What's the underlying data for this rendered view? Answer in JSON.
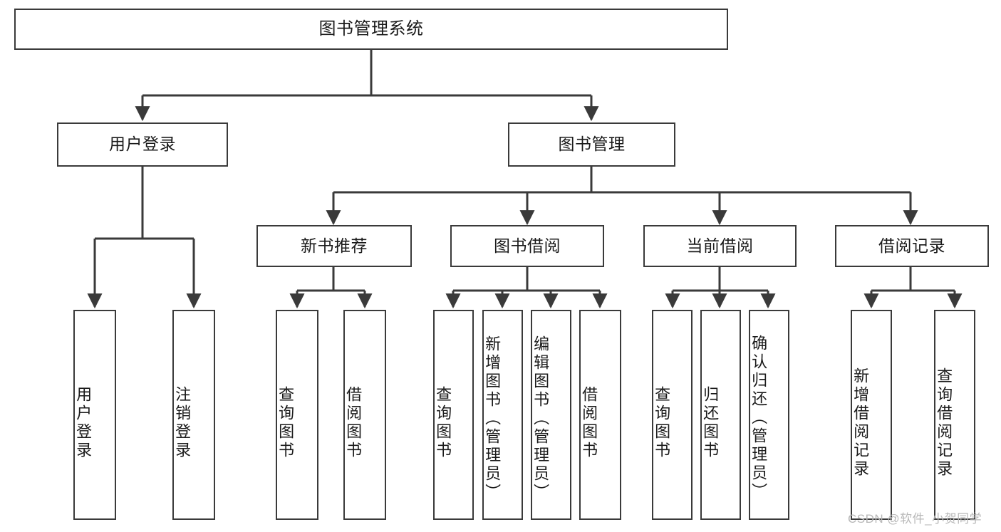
{
  "diagram": {
    "title": "图书管理系统",
    "type": "tree-hierarchy",
    "root": {
      "label": "图书管理系统"
    },
    "level2": [
      {
        "label": "用户登录"
      },
      {
        "label": "图书管理"
      }
    ],
    "level3": [
      {
        "label": "新书推荐"
      },
      {
        "label": "图书借阅"
      },
      {
        "label": "当前借阅"
      },
      {
        "label": "借阅记录"
      }
    ],
    "leaves": {
      "user_login": [
        {
          "label": "用户登录"
        },
        {
          "label": "注销登录"
        }
      ],
      "new_book_recommend": [
        {
          "label": "查询图书"
        },
        {
          "label": "借阅图书"
        }
      ],
      "book_borrow": [
        {
          "label": "查询图书"
        },
        {
          "label": "新增图书（管理员）"
        },
        {
          "label": "编辑图书（管理员）"
        },
        {
          "label": "借阅图书"
        }
      ],
      "current_borrow": [
        {
          "label": "查询图书"
        },
        {
          "label": "归还图书"
        },
        {
          "label": "确认归还（管理员）"
        }
      ],
      "borrow_record": [
        {
          "label": "新增借阅记录"
        },
        {
          "label": "查询借阅记录"
        }
      ]
    },
    "watermark": "CSDN @软件_小贺同学",
    "colors": {
      "stroke": "#3a3a3a",
      "text": "#1a1a1a",
      "background": "#ffffff",
      "watermark": "#b8b8b8"
    }
  }
}
